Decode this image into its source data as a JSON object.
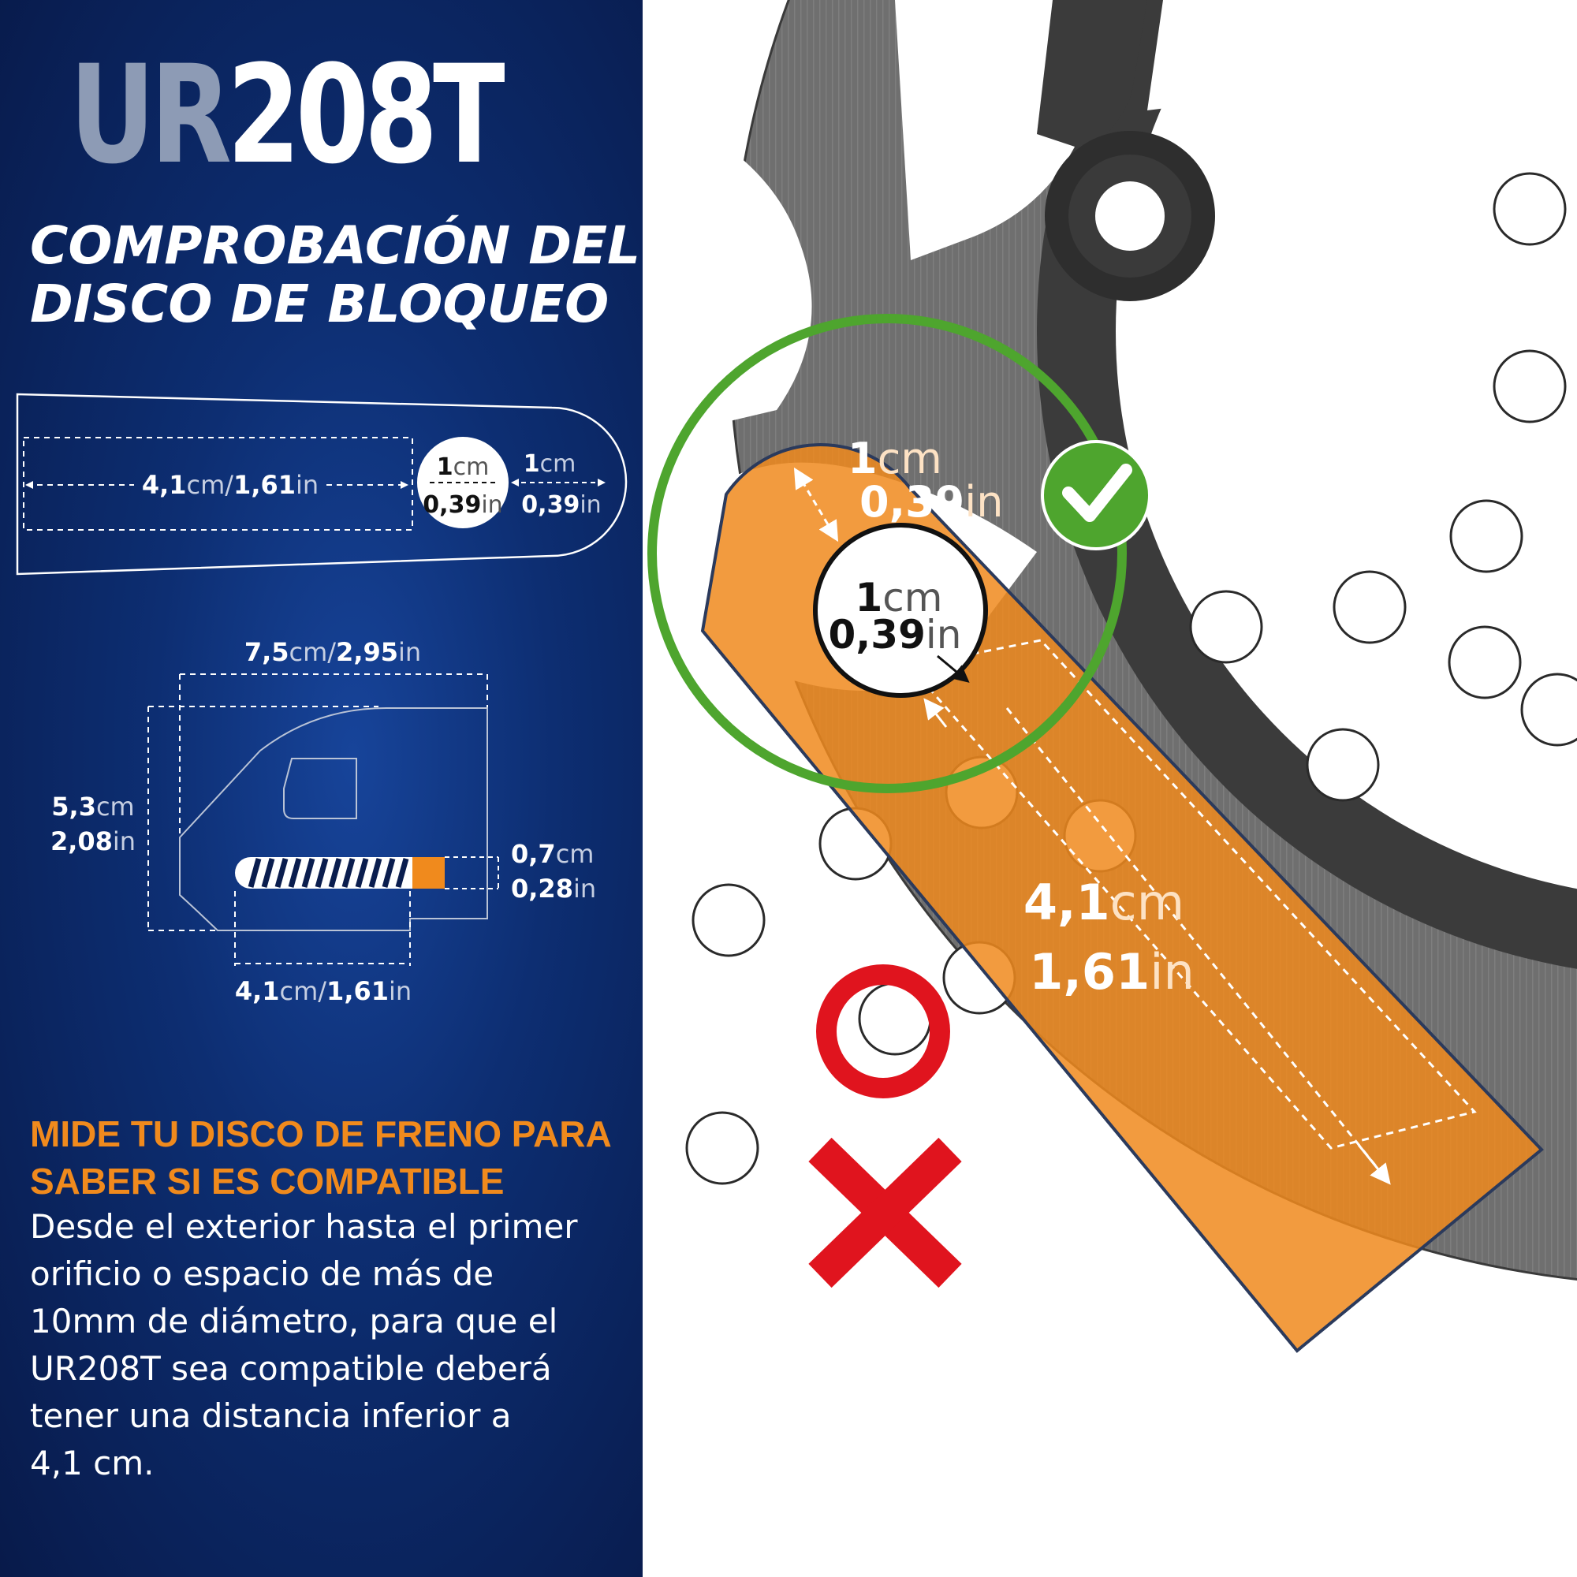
{
  "brand": {
    "prefix": "UR",
    "model": "208T"
  },
  "subtitle": {
    "line1": "COMPROBACIÓN DEL",
    "line2": "DISCO DE BLOQUEO"
  },
  "pin_diagram": {
    "length_value": "4,1",
    "length_unit_cm": "cm/",
    "length_value_in": "1,61",
    "length_unit_in": "in",
    "hole_cm_value": "1",
    "hole_cm_unit": "cm",
    "hole_in_value": "0,39",
    "hole_in_unit": "in",
    "tip_cm_value": "1",
    "tip_cm_unit": "cm",
    "tip_in_value": "0,39",
    "tip_in_unit": "in"
  },
  "lock_diagram": {
    "width_value": "7,5",
    "width_unit_cm": "cm/",
    "width_value_in": "2,95",
    "width_unit_in": "in",
    "height_cm_value": "5,3",
    "height_cm_unit": "cm",
    "height_in_value": "2,08",
    "height_in_unit": "in",
    "pin_cm_value": "0,7",
    "pin_cm_unit": "cm",
    "pin_in_value": "0,28",
    "pin_in_unit": "in",
    "depth_value": "4,1",
    "depth_unit_cm": "cm/",
    "depth_value_in": "1,61",
    "depth_unit_in": "in"
  },
  "headline": {
    "line1": "MIDE TU DISCO DE FRENO PARA",
    "line2": "SABER SI ES COMPATIBLE"
  },
  "body": {
    "line1": "Desde el exterior hasta el primer",
    "line2": "orificio o espacio de más de",
    "line3": "10mm de diámetro, para que el",
    "line4": "UR208T sea compatible deberá",
    "line5": "tener una distancia inferior a",
    "line6": "4,1 cm."
  },
  "disc_overlay": {
    "tip_cm_value": "1",
    "tip_cm_unit": "cm",
    "tip_in_value": "0,39",
    "tip_in_unit": "in",
    "hole_cm_value": "1",
    "hole_cm_unit": "cm",
    "hole_in_value": "0,39",
    "hole_in_unit": "in",
    "length_cm_value": "4,1",
    "length_cm_unit": "cm",
    "length_in_value": "1,61",
    "length_in_unit": "in"
  },
  "icons": [
    "check-icon",
    "cross-icon"
  ],
  "colors": {
    "accent_orange": "#f08a1d",
    "ok_green": "#4ea52e",
    "bad_red": "#e0141e",
    "brand_navy": "#0d2e72",
    "brand_grey": "#8d9bb5"
  }
}
